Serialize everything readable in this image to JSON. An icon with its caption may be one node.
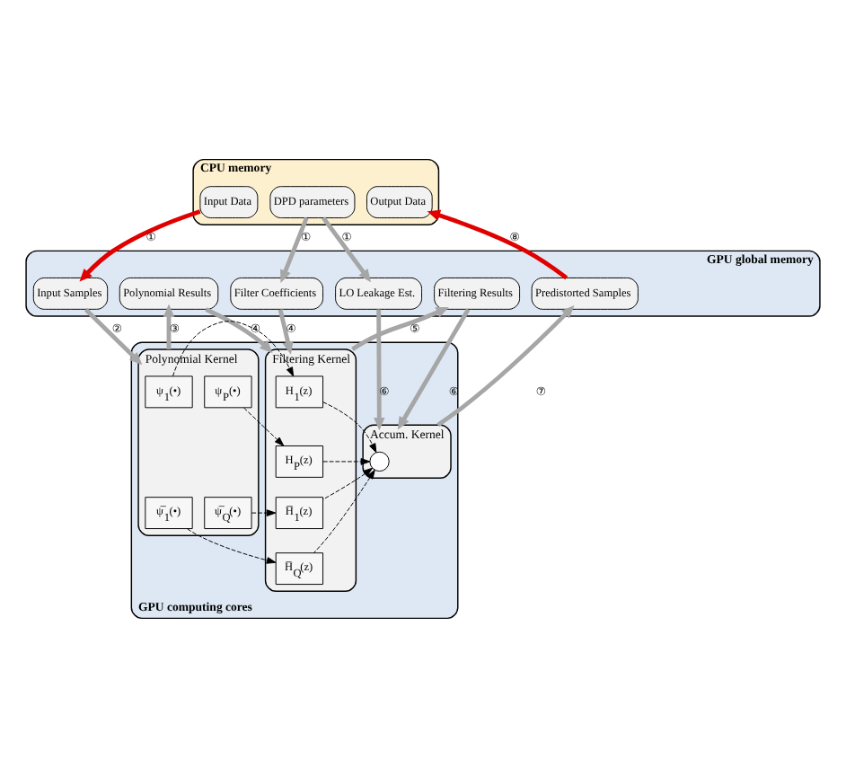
{
  "diagram": {
    "nodes": [
      {
        "text": [
          "CPU memory"
        ]
      },
      {
        "text": [
          "Input Data"
        ],
        "in": 0
      },
      {
        "text": [
          "DPD parameters"
        ],
        "in": 0
      },
      {
        "text": [
          "Output Data"
        ],
        "in": 0
      },
      {
        "text": [
          "GPU global memory"
        ]
      },
      {
        "text": [
          "Filter Coefficients"
        ],
        "in": 4
      },
      {
        "text": [
          "LO Leakage Est."
        ],
        "in": 4
      },
      {
        "text": [
          "Input Samples"
        ],
        "in": 4
      },
      {
        "text": [
          "Polynomial Results"
        ],
        "in": 4
      },
      {
        "text": [
          "Filtering Results"
        ],
        "in": 4
      },
      {
        "text": [
          "Predistorted Samples"
        ],
        "in": 4
      },
      {
        "text": [
          "GPU computing cores"
        ]
      },
      {
        "text": [
          "Polynomial Kernel"
        ],
        "in": 11
      },
      {
        "text": [
          "ψ$_{1}$(•)"
        ],
        "in": 12
      },
      {
        "text": [
          "ψ$_{P}$(•)"
        ],
        "in": 12
      },
      {
        "text": [
          "ψ̅$_{1}$(•)"
        ],
        "in": 12
      },
      {
        "text": [
          "ψ̅$_{Q}$(•)"
        ],
        "in": 12
      },
      {
        "text": [
          "Filtering Kernel"
        ],
        "in": 11
      },
      {
        "text": [
          "H$_{1}$(z)"
        ],
        "in": 17
      },
      {
        "text": [
          "H$_{P}$(z)"
        ],
        "in": 17
      },
      {
        "text": [
          "H̅$_{1}$(z)"
        ],
        "in": 17
      },
      {
        "text": [
          "H̅$_{Q}$(z)"
        ],
        "in": 17
      },
      {
        "text": [
          "Accum. Kernel"
        ],
        "in": 11
      },
      {
        "text": [],
        "shape": "circle",
        "in": 22
      }
    ],
    "edges": [
      {
        "from": 1,
        "to": 7,
        "arrow": "to",
        "label": "①",
        "color": "#e00000"
      },
      {
        "from": 2,
        "to": 5,
        "arrow": "to",
        "label": "①"
      },
      {
        "from": 2,
        "to": 6,
        "arrow": "to",
        "label": "①"
      },
      {
        "from": 7,
        "to": 12,
        "arrow": "to",
        "label": "②"
      },
      {
        "from": 12,
        "to": 8,
        "arrow": "to",
        "label": "③"
      },
      {
        "from": 8,
        "to": 17,
        "arrow": "to",
        "label": "④"
      },
      {
        "from": 5,
        "to": 17,
        "arrow": "to",
        "label": "④"
      },
      {
        "from": 17,
        "to": 9,
        "arrow": "to",
        "label": "⑤"
      },
      {
        "from": 9,
        "to": 22,
        "arrow": "to",
        "label": "⑥"
      },
      {
        "from": 6,
        "to": 22,
        "arrow": "to",
        "label": "⑥"
      },
      {
        "from": 22,
        "to": 10,
        "arrow": "to",
        "label": "⑦"
      },
      {
        "from": 10,
        "to": 3,
        "arrow": "to",
        "label": "⑧",
        "color": "#e00000"
      },
      {
        "from": 13,
        "to": 18,
        "arrow": "to",
        "style": "dashed",
        "color": "#000000"
      },
      {
        "from": 14,
        "to": 19,
        "arrow": "to",
        "style": "dashed",
        "color": "#000000"
      },
      {
        "from": 16,
        "to": 20,
        "arrow": "to",
        "style": "dashed",
        "color": "#000000"
      },
      {
        "from": 15,
        "to": 21,
        "arrow": "to",
        "style": "dashed",
        "color": "#000000"
      },
      {
        "from": 18,
        "to": 23,
        "arrow": "to",
        "style": "dashed",
        "color": "#000000"
      },
      {
        "from": 19,
        "to": 23,
        "arrow": "to",
        "style": "dashed",
        "color": "#000000"
      },
      {
        "from": 20,
        "to": 23,
        "arrow": "to",
        "style": "dashed",
        "color": "#000000"
      },
      {
        "from": 21,
        "to": 23,
        "arrow": "to",
        "style": "dashed",
        "color": "#000000"
      }
    ]
  }
}
